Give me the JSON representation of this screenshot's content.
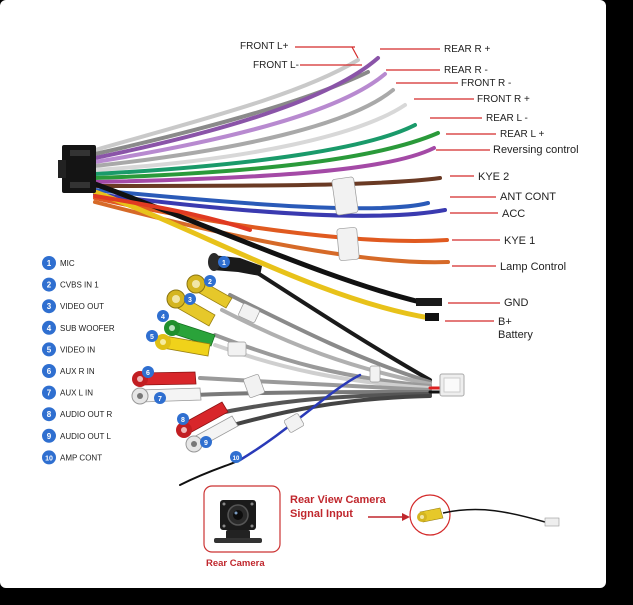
{
  "wire_labels": {
    "front_l_plus": "FRONT L+",
    "front_l_minus": "FRONT L-",
    "rear_r_plus": "REAR R +",
    "rear_r_minus": "REAR R -",
    "front_r_minus": "FRONT R -",
    "front_r_plus": "FRONT R +",
    "rear_l_minus": "REAR L -",
    "rear_l_plus": "REAR L +",
    "reversing_control": "Reversing control",
    "kye2": "KYE 2",
    "ant_cont": "ANT CONT",
    "acc": "ACC",
    "kye1": "KYE 1",
    "lamp_control": "Lamp Control",
    "gnd": "GND",
    "b_plus": "B+",
    "battery": "Battery"
  },
  "legend": [
    {
      "num": "1",
      "label": "MIC"
    },
    {
      "num": "2",
      "label": "CVBS IN 1"
    },
    {
      "num": "3",
      "label": "VIDEO OUT"
    },
    {
      "num": "4",
      "label": "SUB WOOFER"
    },
    {
      "num": "5",
      "label": "VIDEO IN"
    },
    {
      "num": "6",
      "label": "AUX R IN"
    },
    {
      "num": "7",
      "label": "AUX L IN"
    },
    {
      "num": "8",
      "label": "AUDIO OUT R"
    },
    {
      "num": "9",
      "label": "AUDIO OUT L"
    },
    {
      "num": "10",
      "label": "AMP CONT"
    }
  ],
  "connector_badges": [
    "1",
    "2",
    "3",
    "4",
    "5",
    "6",
    "7",
    "8",
    "9",
    "10"
  ],
  "camera": {
    "title_line1": "Rear View Camera",
    "title_line2": "Signal Input",
    "caption": "Rear Camera"
  },
  "colors": {
    "badge_blue": "#2f6fd0",
    "label_red": "#d42a2a",
    "camera_title": "#c0272d"
  }
}
